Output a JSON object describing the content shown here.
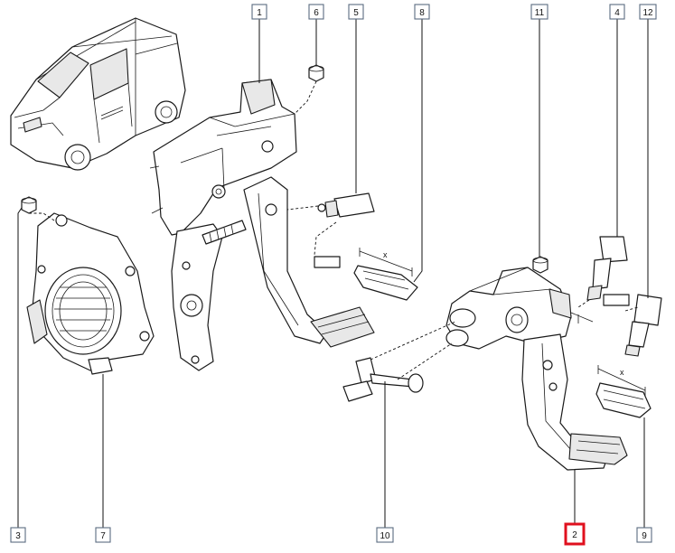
{
  "diagram": {
    "callouts": [
      {
        "id": "c1",
        "label": "1"
      },
      {
        "id": "c6",
        "label": "6"
      },
      {
        "id": "c5",
        "label": "5"
      },
      {
        "id": "c8",
        "label": "8"
      },
      {
        "id": "c11",
        "label": "11"
      },
      {
        "id": "c4",
        "label": "4"
      },
      {
        "id": "c12",
        "label": "12"
      },
      {
        "id": "c3",
        "label": "3"
      },
      {
        "id": "c7",
        "label": "7"
      },
      {
        "id": "c10",
        "label": "10"
      },
      {
        "id": "c2",
        "label": "2",
        "highlighted": true
      },
      {
        "id": "c9",
        "label": "9"
      }
    ],
    "dimension_marks": [
      {
        "id": "dim-left",
        "label": "x"
      },
      {
        "id": "dim-right",
        "label": "x"
      }
    ],
    "highlight_color": "#e0101e"
  }
}
